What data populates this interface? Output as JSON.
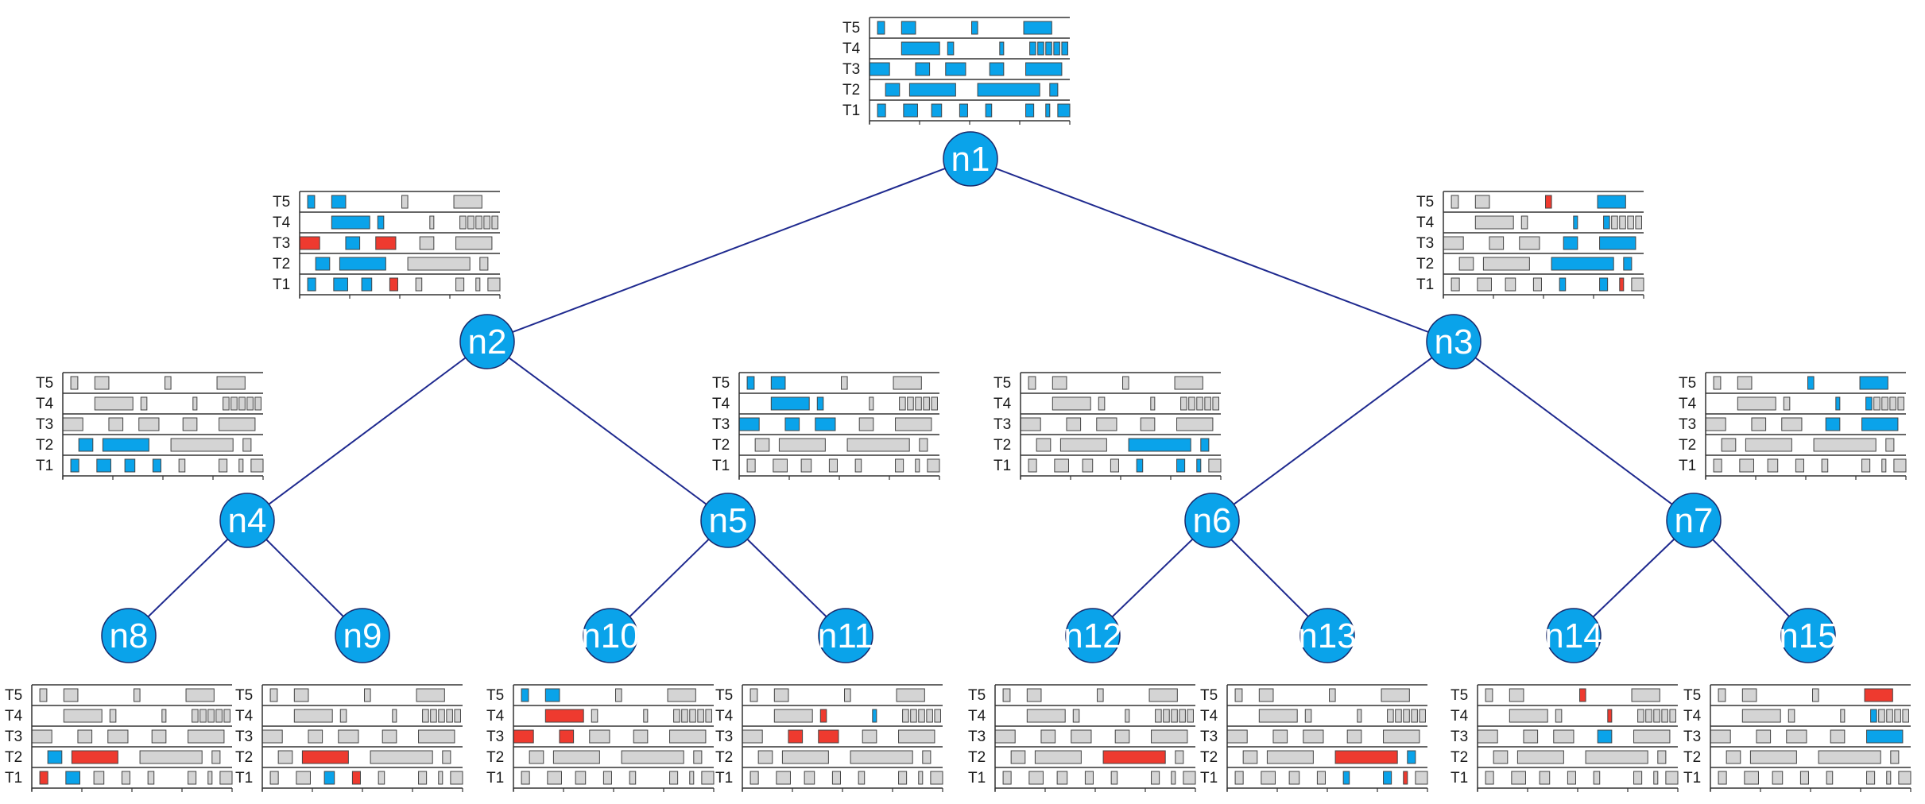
{
  "colors": {
    "edge": "#1f2a8f",
    "node": "#0aa3ea",
    "node_stroke": "#1a2a6a",
    "blue": "#0aa3ea",
    "gray": "#d4d4d4",
    "red": "#ee3a2f",
    "outline": "#444444"
  },
  "track_labels": [
    "T5",
    "T4",
    "T3",
    "T2",
    "T1"
  ],
  "nodes": [
    {
      "label": "n1"
    },
    {
      "label": "n2"
    },
    {
      "label": "n3"
    },
    {
      "label": "n4"
    },
    {
      "label": "n5"
    },
    {
      "label": "n6"
    },
    {
      "label": "n7"
    },
    {
      "label": "n8"
    },
    {
      "label": "n9"
    },
    {
      "label": "n10"
    },
    {
      "label": "n11"
    },
    {
      "label": "n12"
    },
    {
      "label": "n13"
    },
    {
      "label": "n14"
    },
    {
      "label": "n15"
    }
  ],
  "edges": [
    [
      "n1",
      "n2"
    ],
    [
      "n1",
      "n3"
    ],
    [
      "n2",
      "n4"
    ],
    [
      "n2",
      "n5"
    ],
    [
      "n3",
      "n6"
    ],
    [
      "n3",
      "n7"
    ],
    [
      "n4",
      "n8"
    ],
    [
      "n4",
      "n9"
    ],
    [
      "n5",
      "n10"
    ],
    [
      "n5",
      "n11"
    ],
    [
      "n6",
      "n12"
    ],
    [
      "n6",
      "n13"
    ],
    [
      "n7",
      "n14"
    ],
    [
      "n7",
      "n15"
    ]
  ],
  "schedules": [
    {
      "node": "n1",
      "highlight": {
        "T5": "all",
        "T4": "all",
        "T3": "all",
        "T2": "all",
        "T1": "all"
      }
    },
    {
      "node": "n2",
      "highlight": {
        "T5": [
          0,
          1
        ],
        "T4": [
          0,
          1
        ],
        "T3": [
          0,
          1,
          2
        ],
        "T2": [
          0,
          1
        ],
        "T1": [
          0,
          1,
          2,
          3
        ]
      },
      "red": {
        "T3": [
          0,
          2
        ],
        "T1": [
          3
        ]
      }
    },
    {
      "node": "n3",
      "highlight": {
        "T5": [
          3
        ],
        "T4": [
          2,
          3
        ],
        "T3": [
          3,
          4
        ],
        "T2": [
          2,
          3
        ],
        "T1": [
          4,
          5,
          6
        ]
      },
      "red": {
        "T5": [
          2
        ],
        "T1": [
          6
        ]
      }
    },
    {
      "node": "n4",
      "highlight": {
        "T2": [
          0,
          1
        ],
        "T1": [
          0,
          1,
          2,
          3
        ]
      }
    },
    {
      "node": "n5",
      "highlight": {
        "T5": [
          0,
          1
        ],
        "T4": [
          0,
          1
        ],
        "T3": [
          0,
          1,
          2
        ]
      }
    },
    {
      "node": "n6",
      "highlight": {
        "T2": [
          2,
          3
        ],
        "T1": [
          4,
          5,
          6
        ]
      }
    },
    {
      "node": "n7",
      "highlight": {
        "T5": [
          2,
          3
        ],
        "T4": [
          2,
          3
        ],
        "T3": [
          3,
          4
        ]
      }
    },
    {
      "node": "n8",
      "highlight": {
        "T2": [
          0
        ],
        "T1": [
          1
        ]
      },
      "red": {
        "T2": [
          1
        ],
        "T1": [
          0
        ]
      }
    },
    {
      "node": "n9",
      "highlight": {
        "T1": [
          2
        ]
      },
      "red": {
        "T2": [
          1
        ],
        "T1": [
          3
        ]
      }
    },
    {
      "node": "n10",
      "highlight": {
        "T5": [
          0,
          1
        ]
      },
      "red": {
        "T4": [
          0
        ],
        "T3": [
          0,
          1
        ]
      }
    },
    {
      "node": "n11",
      "highlight": {
        "T4": [
          2
        ]
      },
      "red": {
        "T4": [
          1
        ],
        "T3": [
          1,
          2
        ]
      }
    },
    {
      "node": "n12",
      "highlight": {},
      "red": {
        "T2": [
          2
        ]
      }
    },
    {
      "node": "n13",
      "highlight": {
        "T2": [
          3
        ],
        "T1": [
          4,
          5
        ]
      },
      "red": {
        "T2": [
          2
        ],
        "T1": [
          6
        ]
      }
    },
    {
      "node": "n14",
      "highlight": {
        "T3": [
          3
        ]
      },
      "red": {
        "T5": [
          2
        ],
        "T4": [
          2
        ]
      }
    },
    {
      "node": "n15",
      "highlight": {
        "T4": [
          3
        ],
        "T3": [
          4
        ]
      },
      "red": {
        "T5": [
          3
        ]
      }
    }
  ]
}
